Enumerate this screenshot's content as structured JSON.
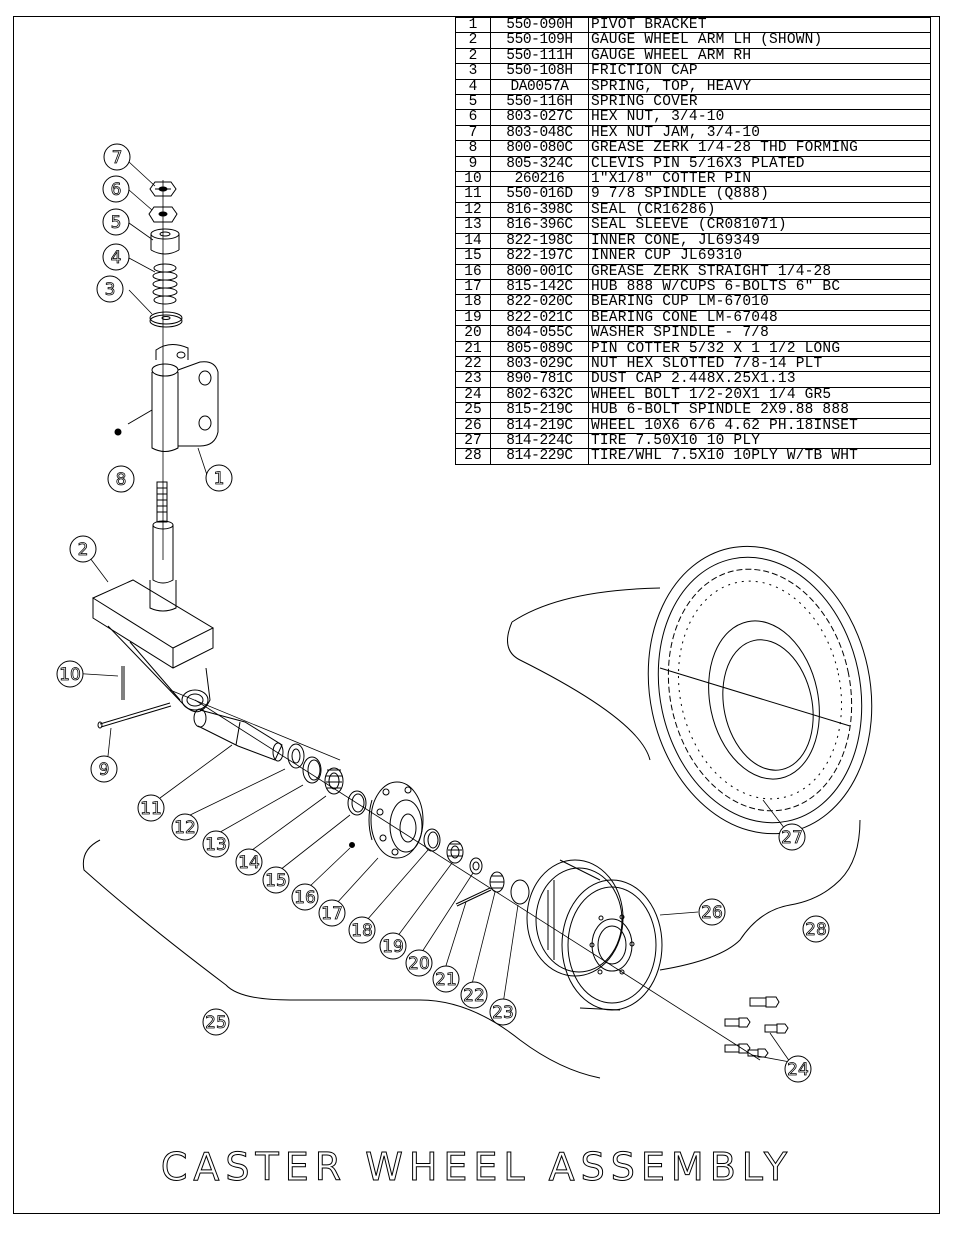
{
  "title": "CASTER WHEEL ASSEMBLY",
  "parts": [
    {
      "num": "1",
      "part": "550-090H",
      "desc": "PIVOT BRACKET"
    },
    {
      "num": "2",
      "part": "550-109H",
      "desc": "GAUGE WHEEL ARM LH (SHOWN)"
    },
    {
      "num": "2",
      "part": "550-111H",
      "desc": "GAUGE WHEEL ARM RH"
    },
    {
      "num": "3",
      "part": "550-108H",
      "desc": "FRICTION CAP"
    },
    {
      "num": "4",
      "part": "DA0057A",
      "desc": "SPRING, TOP, HEAVY"
    },
    {
      "num": "5",
      "part": "550-116H",
      "desc": "SPRING COVER"
    },
    {
      "num": "6",
      "part": "803-027C",
      "desc": "HEX NUT, 3/4-10"
    },
    {
      "num": "7",
      "part": "803-048C",
      "desc": "HEX NUT JAM, 3/4-10"
    },
    {
      "num": "8",
      "part": "800-080C",
      "desc": "GREASE ZERK 1/4-28 THD FORMING"
    },
    {
      "num": "9",
      "part": "805-324C",
      "desc": "CLEVIS PIN 5/16X3 PLATED"
    },
    {
      "num": "10",
      "part": "260216",
      "desc": "1\"X1/8\" COTTER PIN"
    },
    {
      "num": "11",
      "part": "550-016D",
      "desc": "9 7/8 SPINDLE (Q888)"
    },
    {
      "num": "12",
      "part": "816-398C",
      "desc": "SEAL   (CR16286)"
    },
    {
      "num": "13",
      "part": "816-396C",
      "desc": "SEAL SLEEVE  (CR081071)"
    },
    {
      "num": "14",
      "part": "822-198C",
      "desc": "INNER CONE, JL69349"
    },
    {
      "num": "15",
      "part": "822-197C",
      "desc": "INNER CUP JL69310"
    },
    {
      "num": "16",
      "part": "800-001C",
      "desc": "GREASE ZERK STRAIGHT 1/4-28"
    },
    {
      "num": "17",
      "part": "815-142C",
      "desc": "HUB 888 W/CUPS 6-BOLTS 6\" BC"
    },
    {
      "num": "18",
      "part": "822-020C",
      "desc": "BEARING CUP LM-67010"
    },
    {
      "num": "19",
      "part": "822-021C",
      "desc": "BEARING CONE LM-67048"
    },
    {
      "num": "20",
      "part": "804-055C",
      "desc": "WASHER SPINDLE - 7/8"
    },
    {
      "num": "21",
      "part": "805-089C",
      "desc": "PIN COTTER 5/32 X 1 1/2 LONG"
    },
    {
      "num": "22",
      "part": "803-029C",
      "desc": "NUT HEX SLOTTED 7/8-14 PLT"
    },
    {
      "num": "23",
      "part": "890-781C",
      "desc": "DUST CAP 2.448X.25X1.13"
    },
    {
      "num": "24",
      "part": "802-632C",
      "desc": "WHEEL BOLT 1/2-20X1 1/4 GR5"
    },
    {
      "num": "25",
      "part": "815-219C",
      "desc": "HUB 6-BOLT SPINDLE 2X9.88 888"
    },
    {
      "num": "26",
      "part": "814-219C",
      "desc": "WHEEL 10X6 6/6 4.62 PH.18INSET"
    },
    {
      "num": "27",
      "part": "814-224C",
      "desc": "TIRE 7.50X10 10 PLY"
    },
    {
      "num": "28",
      "part": "814-229C",
      "desc": "TIRE/WHL 7.5X10 10PLY W/TB WHT"
    }
  ],
  "callouts": [
    "7",
    "6",
    "5",
    "4",
    "3",
    "8",
    "1",
    "2",
    "10",
    "9",
    "11",
    "12",
    "13",
    "14",
    "15",
    "16",
    "17",
    "18",
    "19",
    "20",
    "21",
    "22",
    "23",
    "24",
    "25",
    "26",
    "27",
    "28"
  ]
}
